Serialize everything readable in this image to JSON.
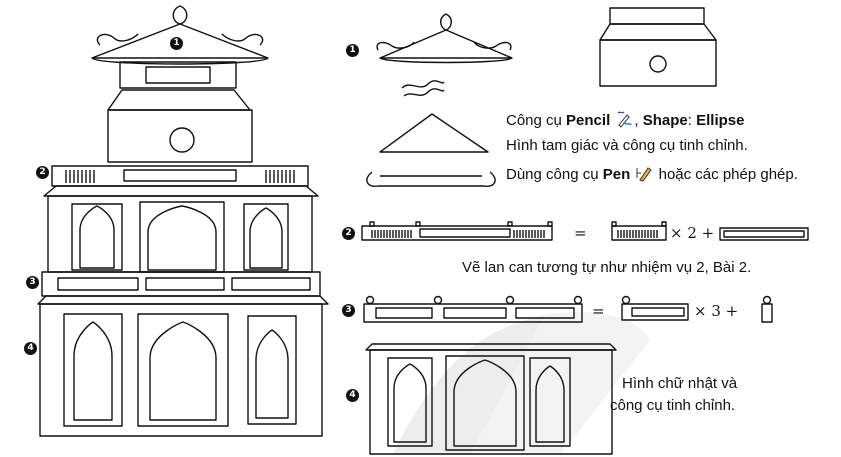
{
  "markers": {
    "one": "1",
    "two": "2",
    "three": "3",
    "four": "4"
  },
  "step1": {
    "pencil_prefix": "Công cụ",
    "pencil_tool": "Pencil",
    "shape_label": "Shape",
    "shape_value": "Ellipse",
    "triangle_text": "Hình tam giác và công cụ tinh chỉnh.",
    "pen_prefix": "Dùng công cụ",
    "pen_tool": "Pen",
    "pen_suffix": "hoặc các phép ghép."
  },
  "step2": {
    "equals": "=",
    "formula": "× 2 +",
    "note": "Vẽ lan can tương tự như nhiệm vụ 2, Bài 2."
  },
  "step3": {
    "equals": "=",
    "formula": "× 3 +"
  },
  "step4": {
    "line1": "Hình chữ nhật và",
    "line2": "công cụ tinh chỉnh."
  },
  "icons": [
    "pencil-icon",
    "pen-icon"
  ]
}
